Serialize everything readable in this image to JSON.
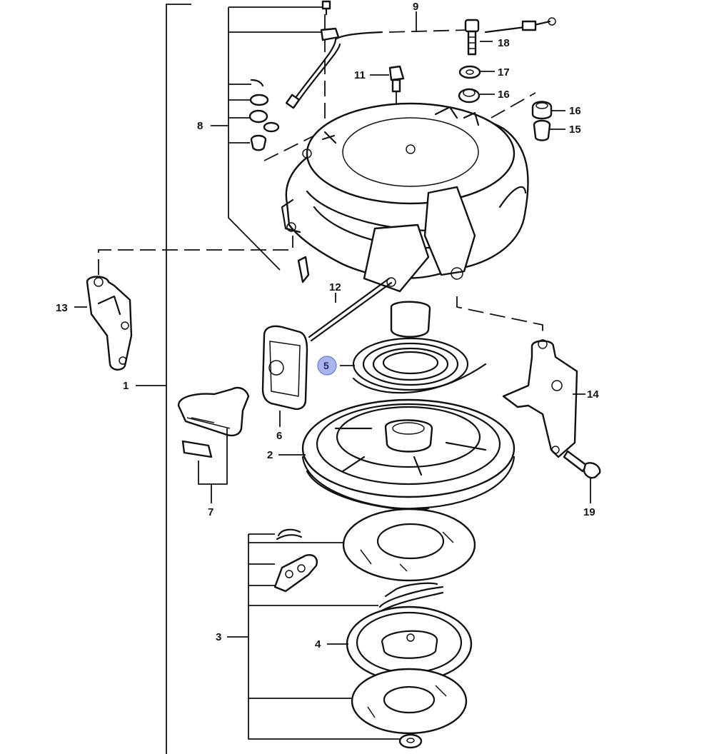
{
  "diagram": {
    "callouts": {
      "c1": "1",
      "c2": "2",
      "c3": "3",
      "c4": "4",
      "c5": "5",
      "c6": "6",
      "c7": "7",
      "c8": "8",
      "c9": "9",
      "c11": "11",
      "c12": "12",
      "c13": "13",
      "c14": "14",
      "c15": "15",
      "c16a": "16",
      "c16b": "16",
      "c17": "17",
      "c18": "18",
      "c19": "19"
    },
    "highlighted_callout": "5",
    "colors": {
      "line": "#111111",
      "highlight": "#a9b4ec",
      "background": "#ffffff"
    }
  }
}
